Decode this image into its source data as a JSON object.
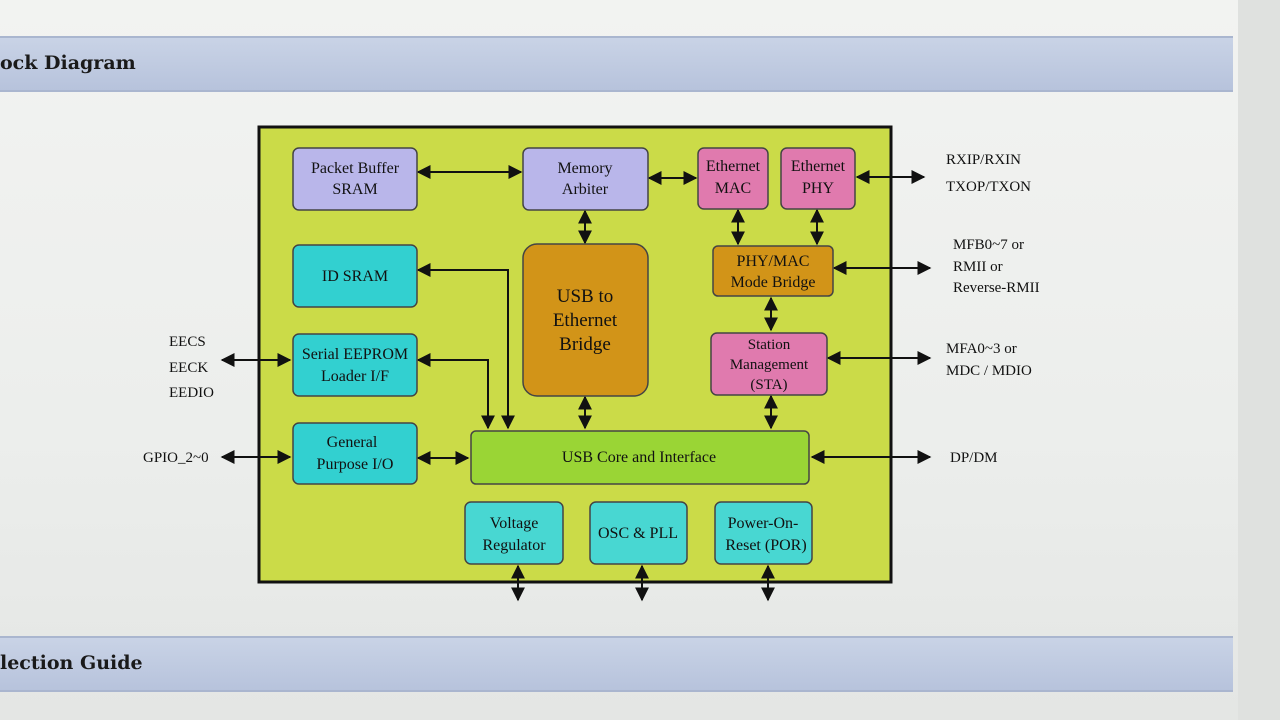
{
  "sections": {
    "top_title": "ock Diagram",
    "bottom_title": "lection Guide"
  },
  "blocks": {
    "packet_buffer": [
      "Packet Buffer",
      "SRAM"
    ],
    "memory_arbiter": [
      "Memory",
      "Arbiter"
    ],
    "ethernet_mac": [
      "Ethernet",
      "MAC"
    ],
    "ethernet_phy": [
      "Ethernet",
      "PHY"
    ],
    "id_sram": [
      "ID SRAM"
    ],
    "usb_bridge": [
      "USB to",
      "Ethernet",
      "Bridge"
    ],
    "phy_mac_bridge": [
      "PHY/MAC",
      "Mode Bridge"
    ],
    "serial_eeprom": [
      "Serial EEPROM",
      "Loader I/F"
    ],
    "station_mgmt": [
      "Station",
      "Management",
      "(STA)"
    ],
    "gpio": [
      "General",
      "Purpose I/O"
    ],
    "usb_core": [
      "USB Core and Interface"
    ],
    "voltage_reg": [
      "Voltage",
      "Regulator"
    ],
    "osc_pll": [
      "OSC & PLL"
    ],
    "por": [
      "Power-On-",
      "Reset (POR)"
    ]
  },
  "external_signals": {
    "rx": "RXIP/RXIN",
    "tx": "TXOP/TXON",
    "mfb_1": "MFB0~7 or",
    "mfb_2": "RMII or",
    "mfb_3": "Reverse-RMII",
    "mfa_1": "MFA0~3 or",
    "mfa_2": "MDC / MDIO",
    "dpdm": "DP/DM",
    "eecs": "EECS",
    "eeck": "EECK",
    "eedio": "EEDIO",
    "gpio": "GPIO_2~0"
  },
  "colors": {
    "chip_bg": "#cbdb48",
    "purple_block": "#b9b6ea",
    "pink_block": "#e07aae",
    "cyan_block": "#32d0d0",
    "orange_block": "#d29418",
    "green_block": "#9ad535",
    "lightcyan_block": "#48d7d2"
  }
}
